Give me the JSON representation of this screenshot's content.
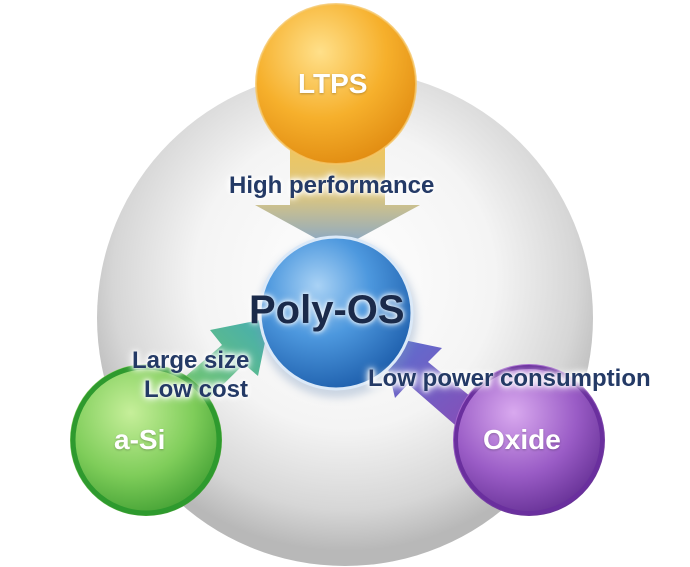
{
  "center": {
    "label": "Poly-OS",
    "color": "#2f7bd0"
  },
  "nodes": {
    "ltps": {
      "label": "LTPS",
      "color": "#f0a020"
    },
    "asi": {
      "label": "a-Si",
      "color": "#3fae3f"
    },
    "oxide": {
      "label": "Oxide",
      "color": "#7a3fa8"
    }
  },
  "arrows": {
    "ltps": {
      "label": "High performance"
    },
    "asi": {
      "line1": "Large size",
      "line2": "Low cost"
    },
    "oxide": {
      "label": "Low power consumption"
    }
  }
}
